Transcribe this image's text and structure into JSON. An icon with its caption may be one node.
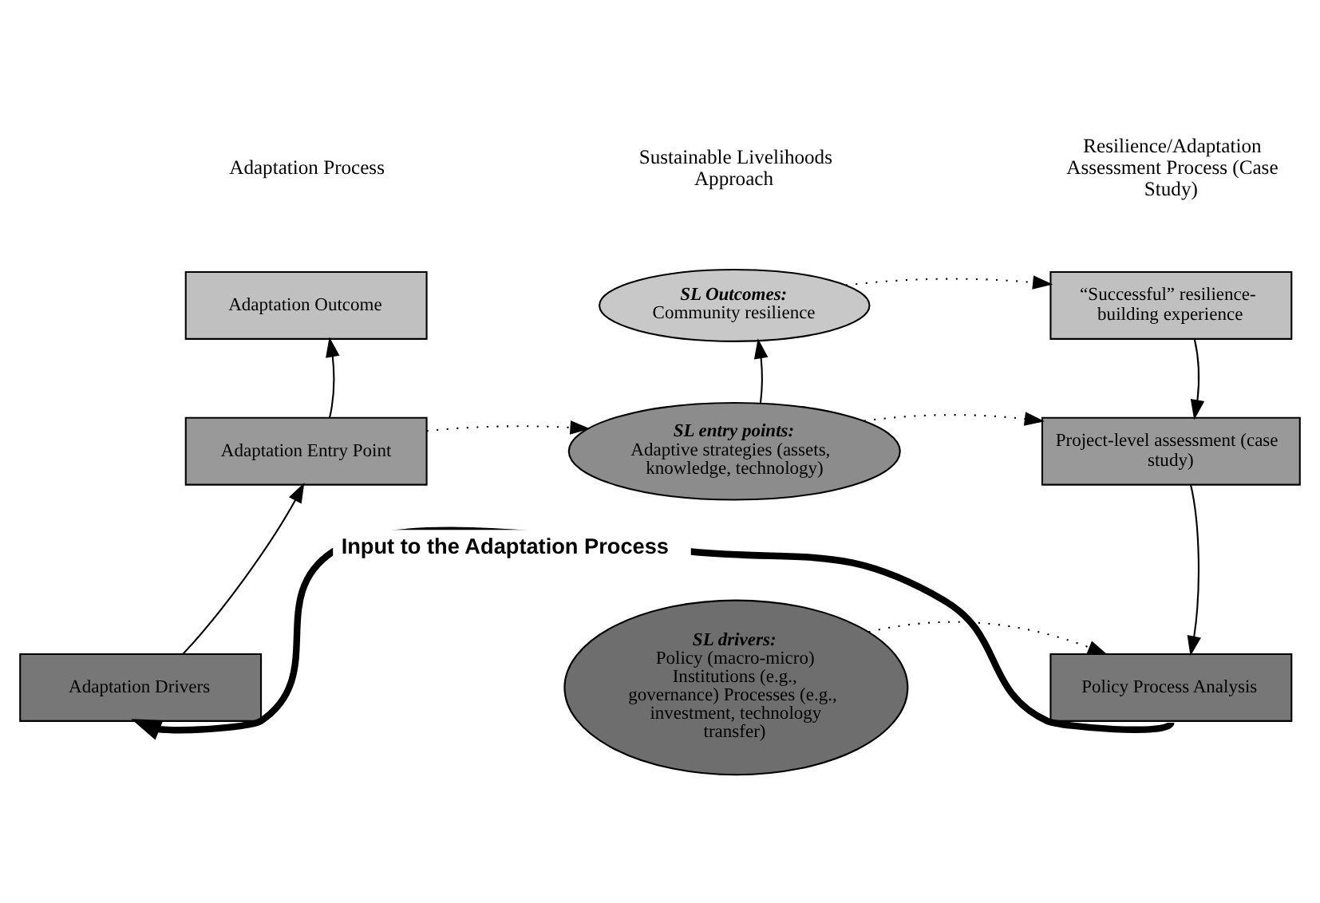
{
  "diagram": {
    "nodes": [
      {
        "text": [
          "Adaptation Outcome"
        ]
      },
      {
        "text": [
          "Adaptation Entry Point"
        ]
      },
      {
        "text": [
          "Adaptation Drivers"
        ]
      },
      {
        "text": [
          "SL Outcomes:",
          "Community resilience"
        ]
      },
      {
        "text": [
          "SL entry points:",
          "Adaptive strategies (assets, knowledge, technology)"
        ]
      },
      {
        "text": [
          "SL drivers:",
          "Policy (macro-micro) Institutions (e.g., governance) Processes (e.g., investment, technology transfer)"
        ]
      },
      {
        "text": [
          "“Successful” resilience-building experience"
        ]
      },
      {
        "text": [
          "Project-level assessment (case study)"
        ]
      },
      {
        "text": [
          "Policy Process Analysis"
        ]
      }
    ],
    "edges": [
      {
        "from": 2,
        "to": 1,
        "arrow": "to"
      },
      {
        "from": 1,
        "to": 0,
        "arrow": "to"
      },
      {
        "from": 1,
        "to": 4,
        "arrow": "to",
        "style": "dashed"
      },
      {
        "from": 4,
        "to": 3,
        "arrow": "to"
      },
      {
        "from": 3,
        "to": 6,
        "arrow": "to",
        "style": "dashed"
      },
      {
        "from": 4,
        "to": 7,
        "arrow": "to",
        "style": "dashed"
      },
      {
        "from": 5,
        "to": 8,
        "arrow": "to",
        "style": "dashed"
      },
      {
        "from": 6,
        "to": 7,
        "arrow": "to"
      },
      {
        "from": 7,
        "to": 8,
        "arrow": "to"
      },
      {
        "from": 8,
        "to": 2,
        "arrow": "to",
        "style": "thick",
        "label": "Input to the Adaptation Process"
      }
    ],
    "labels": [
      "Adaptation Process",
      "Sustainable Livelihoods Approach",
      "Resilience/Adaptation Assessment Process (Case Study)"
    ]
  }
}
